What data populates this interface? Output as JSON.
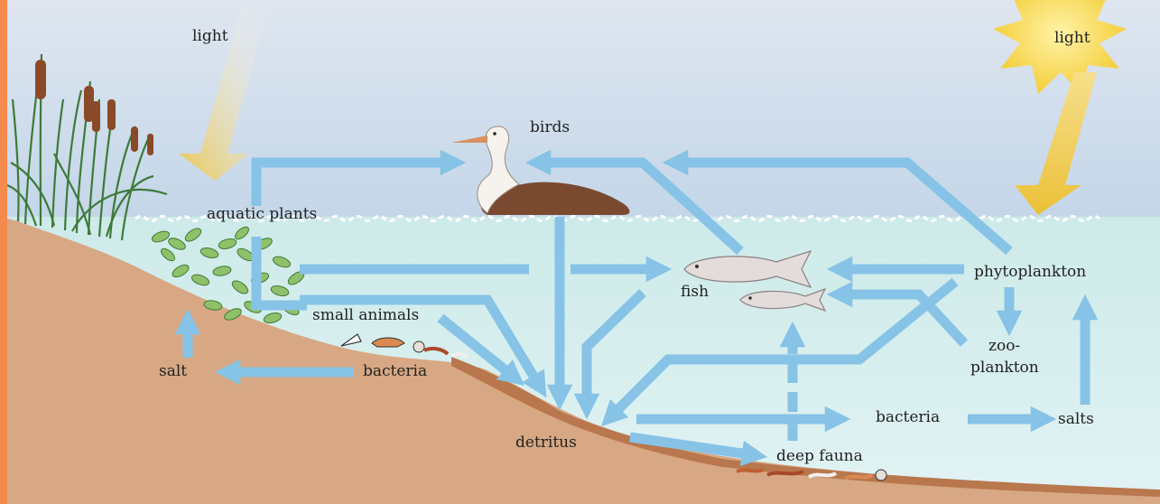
{
  "labels": {
    "light_left": "light",
    "light_right": "light",
    "birds": "birds",
    "aquatic_plants": "aquatic plants",
    "phytoplankton": "phytoplankton",
    "fish": "fish",
    "small_animals": "small animals",
    "zooplankton_line1": "zoo-",
    "zooplankton_line2": "plankton",
    "salt": "salt",
    "bacteria_upper": "bacteria",
    "bacteria_lower": "bacteria",
    "salts": "salts",
    "detritus": "detritus",
    "deep_fauna": "deep fauna"
  },
  "colors": {
    "sky": "#c9d9ea",
    "water": "#d4edf0",
    "sediment": "#d7a883",
    "sediment_dark": "#b9774e",
    "arrow": "#86c3e6",
    "light_beam": "#f0c43a",
    "sun": "#f7d84a",
    "left_border": "#f58a4e",
    "plant_green": "#5a9a4a",
    "fish_body": "#e3dcda"
  }
}
